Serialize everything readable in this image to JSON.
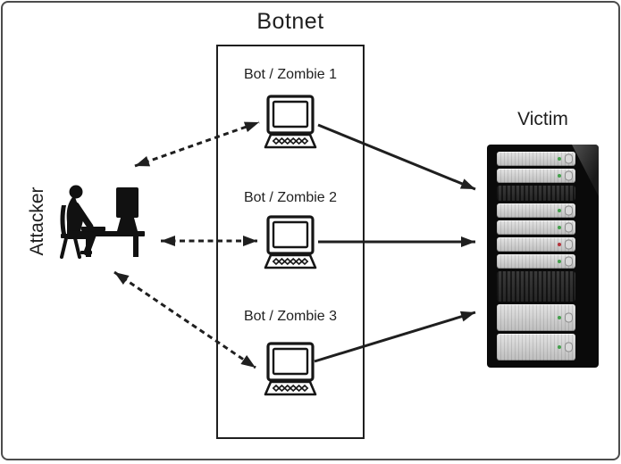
{
  "diagram": {
    "botnet": {
      "title": "Botnet",
      "bots": [
        {
          "label": "Bot / Zombie 1"
        },
        {
          "label": "Bot / Zombie 2"
        },
        {
          "label": "Bot / Zombie 3"
        }
      ]
    },
    "attacker": {
      "label": "Attacker"
    },
    "victim": {
      "label": "Victim",
      "rack_units": [
        {
          "type": "server",
          "led": "green",
          "units": 1
        },
        {
          "type": "server",
          "led": "green",
          "units": 1
        },
        {
          "type": "vent",
          "units": 1
        },
        {
          "type": "server",
          "led": "green",
          "units": 1
        },
        {
          "type": "server",
          "led": "green",
          "units": 1
        },
        {
          "type": "server",
          "led": "red",
          "units": 1
        },
        {
          "type": "server",
          "led": "green",
          "units": 1
        },
        {
          "type": "vent",
          "units": 2
        },
        {
          "type": "server",
          "led": "green",
          "units": 2
        },
        {
          "type": "server",
          "led": "green",
          "units": 2
        }
      ]
    },
    "icons": {
      "bot": "desktop-computer-icon",
      "attacker": "person-at-computer-icon",
      "victim": "server-rack-icon"
    },
    "colors": {
      "ink": "#1f1f1f",
      "outer_frame": "#4c4c4c",
      "rack_body": "#0a0a0a",
      "server_face": "#c9c9c9",
      "vent_face": "#2e2e2e",
      "led_green": "#44a04c",
      "led_red": "#b4343c"
    }
  }
}
